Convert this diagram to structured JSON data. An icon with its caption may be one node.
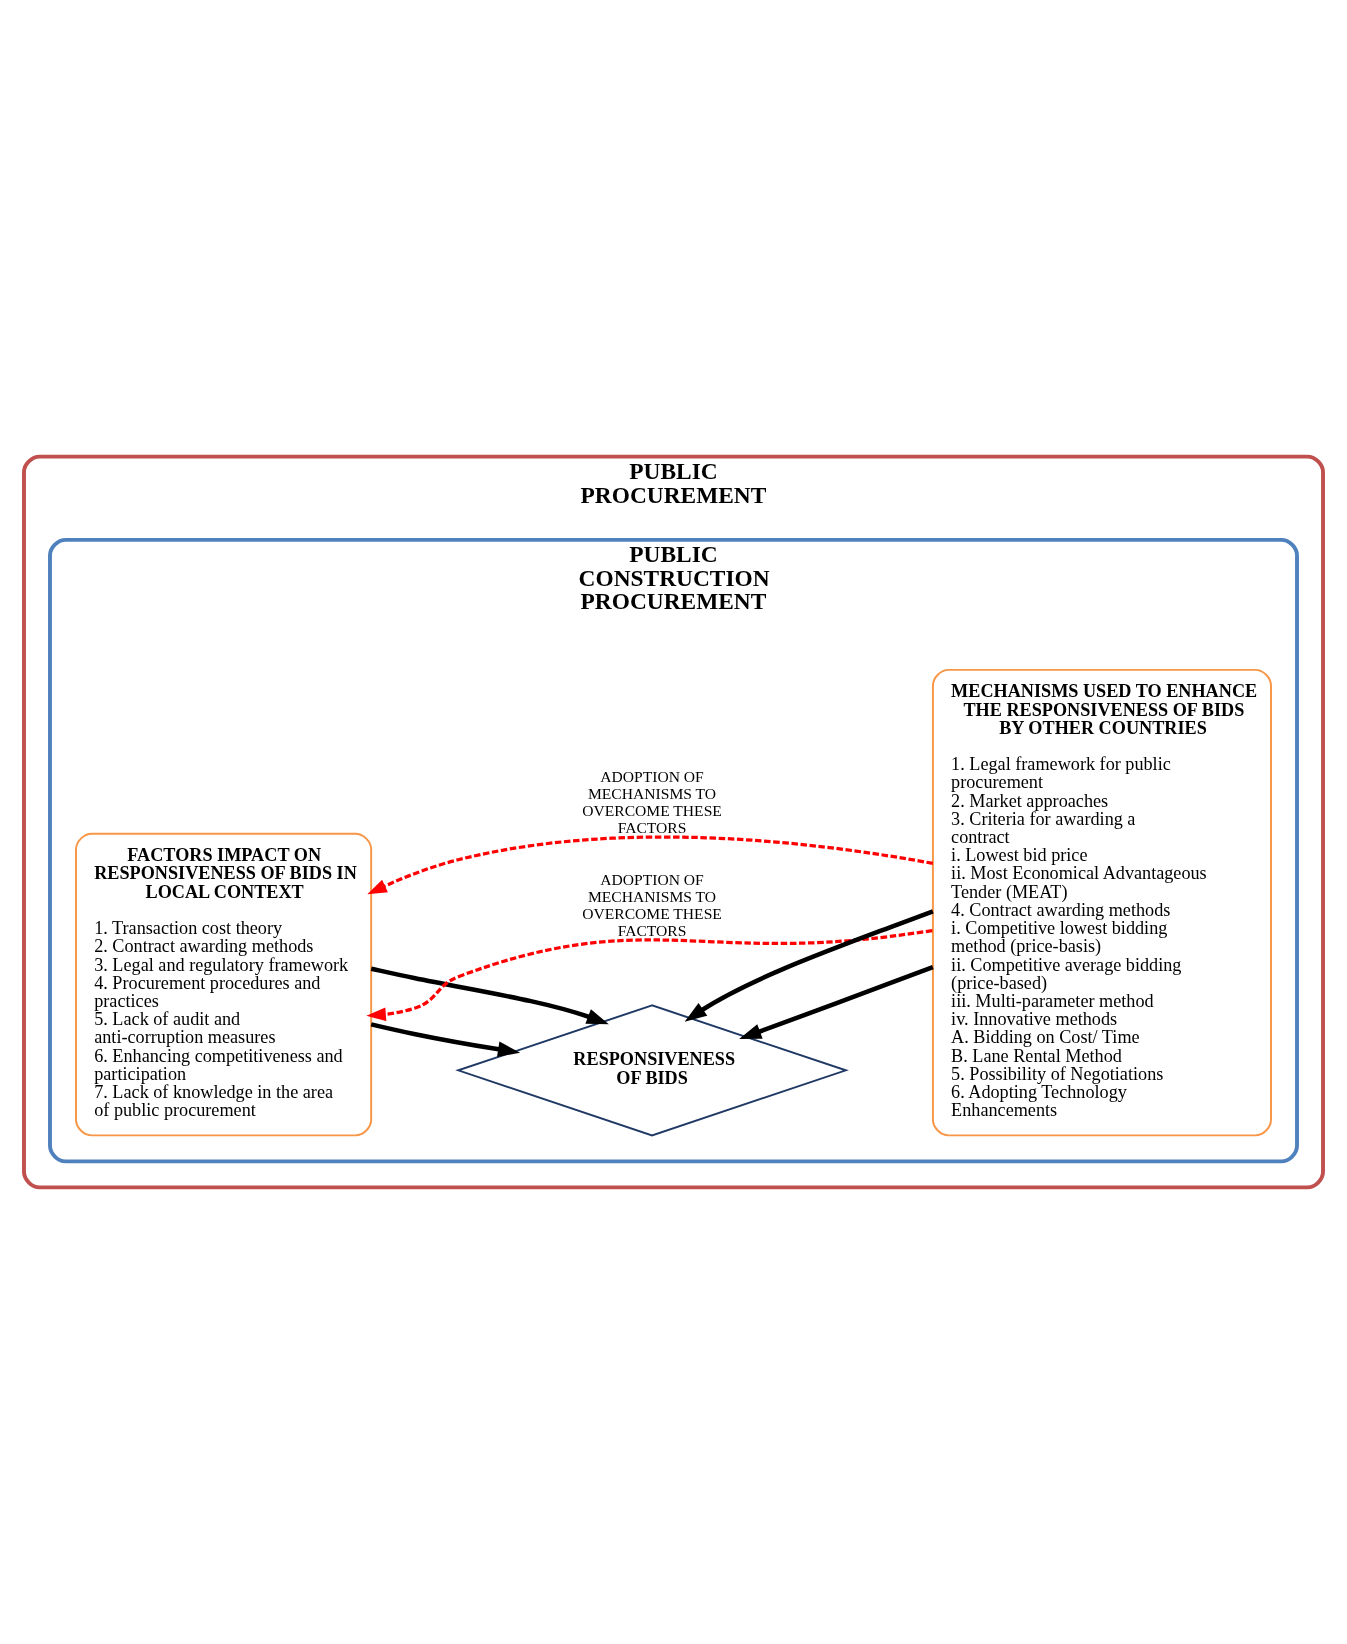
{
  "diagram": {
    "nodes": [
      {
        "text": [
          "PUBLIC PROCUREMENT"
        ]
      },
      {
        "text": [
          "PUBLIC CONSTRUCTION PROCUREMENT"
        ],
        "in": 0
      },
      {
        "text": [
          "FACTORS IMPACT ON RESPONSIVENESS OF BIDS IN LOCAL CONTEXT",
          "1. Transaction cost theory",
          "2. Contract awarding methods",
          "3. Legal and regulatory framework",
          "4. Procurement procedures and practices",
          "5. Lack of audit and anti-corruption measures",
          "6. Enhancing competitiveness and participation",
          "7. Lack of knowledge in the area of public procurement"
        ],
        "in": 1
      },
      {
        "text": [
          "RESPONSIVENESS OF BIDS"
        ],
        "in": 1
      },
      {
        "text": [
          "MECHANISMS USED TO ENHANCE THE RESPONSIVENESS OF BIDS BY OTHER COUNTRIES",
          "1. Legal framework for public procurement",
          "2. Market approaches",
          "3. Criteria for awarding a contract",
          "i. Lowest bid price",
          "ii. Most Economical Advantageous Tender (MEAT)",
          "4. Contract awarding methods",
          "i. Competitive lowest bidding method (price-basis)",
          "ii. Competitive average bidding (price-based)",
          "iii. Multi-parameter method",
          "iv. Innovative methods",
          "A. Bidding on Cost/ Time",
          "B. Lane Rental Method",
          "5. Possibility of Negotiations",
          "6. Adopting Technology Enhancements"
        ],
        "in": 1
      }
    ],
    "edges": [
      {
        "from": 4,
        "to": 2,
        "arrow": "to",
        "label": "ADOPTION OF MECHANISMS TO OVERCOME THESE FACTORS",
        "style": "dashed",
        "color": "#ff0000"
      },
      {
        "from": 2,
        "to": 3,
        "arrow": "to"
      },
      {
        "from": 4,
        "to": 3,
        "arrow": "to"
      },
      {
        "from": 2,
        "to": 3,
        "arrow": "to"
      },
      {
        "from": 4,
        "to": 3,
        "arrow": "to"
      },
      {
        "from": 4,
        "to": 2,
        "arrow": "to",
        "label": "ADOPTION OF MECHANISMS TO OVERCOME THESE FACTORS",
        "style": "dashed",
        "color": "#ff0000"
      }
    ]
  }
}
